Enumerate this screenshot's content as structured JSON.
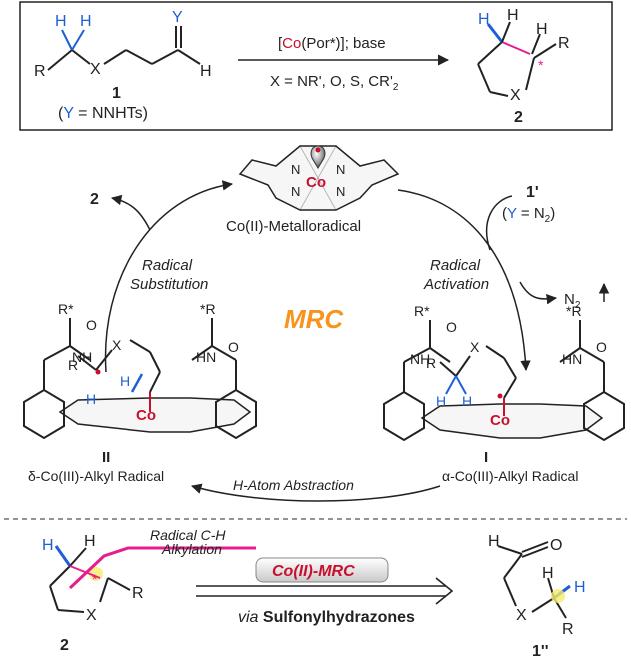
{
  "top_scheme": {
    "reagents_prefix": "[",
    "reagents_co": "Co",
    "reagents_suffix": "(Por*)]; base",
    "conditions": "X = NR', O, S, CR'",
    "conditions_sub": "2",
    "sm_number": "1",
    "sm_y_open": "(",
    "sm_y_letter": "Y",
    "sm_y_rest": " = NNHTs)",
    "product_number": "2",
    "atoms": {
      "R": "R",
      "X": "X",
      "H": "H",
      "Y": "Y"
    }
  },
  "cycle": {
    "center_label": "MRC",
    "metalloradical_label": "Co(II)-Metalloradical",
    "radical_activation": [
      "Radical",
      "Activation"
    ],
    "radical_substitution": [
      "Radical",
      "Substitution"
    ],
    "hat_label": "H-Atom Abstraction",
    "product_out": "2",
    "substrate_in": "1'",
    "substrate_in_note": "(Y = N",
    "substrate_in_note_sub": "2",
    "substrate_in_note_close": ")",
    "n2": "N",
    "n2_sub": "2",
    "int_I_number": "I",
    "int_I_label": "α-Co(III)-Alkyl Radical",
    "int_II_number": "II",
    "int_II_label": "δ-Co(III)-Alkyl Radical",
    "co_label": "Co",
    "atoms": {
      "N": "N",
      "NH": "NH",
      "HN": "HN",
      "O": "O",
      "R_star": "R*",
      "star_R": "*R",
      "R": "R",
      "X": "X",
      "H": "H"
    }
  },
  "bottom_scheme": {
    "annotation": [
      "Radical C-H",
      "Alkylation"
    ],
    "catalyst_badge": "Co(II)-MRC",
    "via_text": "via",
    "via_bold": "Sulfonylhydrazones",
    "product_number": "2",
    "precursor_number": "1''",
    "atoms": {
      "H": "H",
      "X": "X",
      "R": "R",
      "O": "O"
    }
  },
  "colors": {
    "cobalt": "#c8102e",
    "hydrogen_highlight": "#1f5fd6",
    "bond_highlight": "#e61e8c",
    "mrc": "#f7941d"
  }
}
